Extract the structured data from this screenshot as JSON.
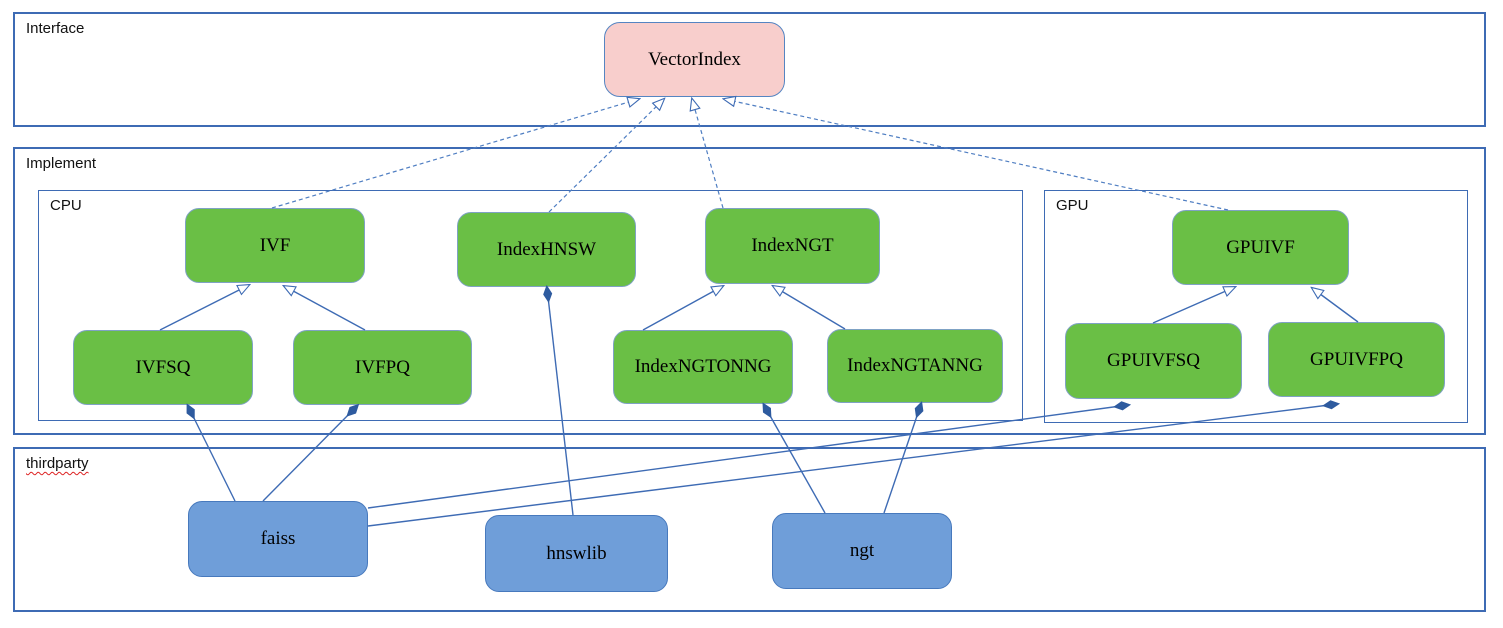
{
  "containers": {
    "interface": {
      "label": "Interface"
    },
    "implement": {
      "label": "Implement"
    },
    "cpu": {
      "label": "CPU"
    },
    "gpu": {
      "label": "GPU"
    },
    "thirdparty": {
      "label": "thirdparty"
    }
  },
  "nodes": {
    "vectorindex": {
      "label": "VectorIndex",
      "kind": "interface"
    },
    "ivf": {
      "label": "IVF",
      "kind": "implementation"
    },
    "indexhnsw": {
      "label": "IndexHNSW",
      "kind": "implementation"
    },
    "indexngt": {
      "label": "IndexNGT",
      "kind": "implementation"
    },
    "ivfsq": {
      "label": "IVFSQ",
      "kind": "implementation"
    },
    "ivfpq": {
      "label": "IVFPQ",
      "kind": "implementation"
    },
    "indexngtonng": {
      "label": "IndexNGTONNG",
      "kind": "implementation"
    },
    "indexngtanng": {
      "label": "IndexNGTANNG",
      "kind": "implementation"
    },
    "gpuivf": {
      "label": "GPUIVF",
      "kind": "implementation"
    },
    "gpuivfsq": {
      "label": "GPUIVFSQ",
      "kind": "implementation"
    },
    "gpuivfpq": {
      "label": "GPUIVFPQ",
      "kind": "implementation"
    },
    "faiss": {
      "label": "faiss",
      "kind": "thirdparty"
    },
    "hnswlib": {
      "label": "hnswlib",
      "kind": "thirdparty"
    },
    "ngt": {
      "label": "ngt",
      "kind": "thirdparty"
    }
  },
  "edges": [
    {
      "from": "ivf",
      "to": "vectorindex",
      "type": "realization"
    },
    {
      "from": "indexhnsw",
      "to": "vectorindex",
      "type": "realization"
    },
    {
      "from": "indexngt",
      "to": "vectorindex",
      "type": "realization"
    },
    {
      "from": "gpuivf",
      "to": "vectorindex",
      "type": "realization"
    },
    {
      "from": "ivfsq",
      "to": "ivf",
      "type": "generalization"
    },
    {
      "from": "ivfpq",
      "to": "ivf",
      "type": "generalization"
    },
    {
      "from": "indexngtonng",
      "to": "indexngt",
      "type": "generalization"
    },
    {
      "from": "indexngtanng",
      "to": "indexngt",
      "type": "generalization"
    },
    {
      "from": "gpuivfsq",
      "to": "gpuivf",
      "type": "generalization"
    },
    {
      "from": "gpuivfpq",
      "to": "gpuivf",
      "type": "generalization"
    },
    {
      "from": "faiss",
      "to": "ivfsq",
      "type": "composition"
    },
    {
      "from": "faiss",
      "to": "ivfpq",
      "type": "composition"
    },
    {
      "from": "hnswlib",
      "to": "indexhnsw",
      "type": "composition"
    },
    {
      "from": "ngt",
      "to": "indexngtonng",
      "type": "composition"
    },
    {
      "from": "ngt",
      "to": "indexngtanng",
      "type": "composition"
    },
    {
      "from": "faiss",
      "to": "gpuivfsq",
      "type": "composition"
    },
    {
      "from": "faiss",
      "to": "gpuivfpq",
      "type": "composition"
    }
  ],
  "colors": {
    "interface_node_fill": "#f8cecc",
    "implementation_node_fill": "#6abf45",
    "thirdparty_node_fill": "#6f9ed9",
    "edge_stroke": "#3e6bb4",
    "composition_diamond_fill": "#2e5b9f",
    "spellcheck_squiggle": "#d22222"
  }
}
